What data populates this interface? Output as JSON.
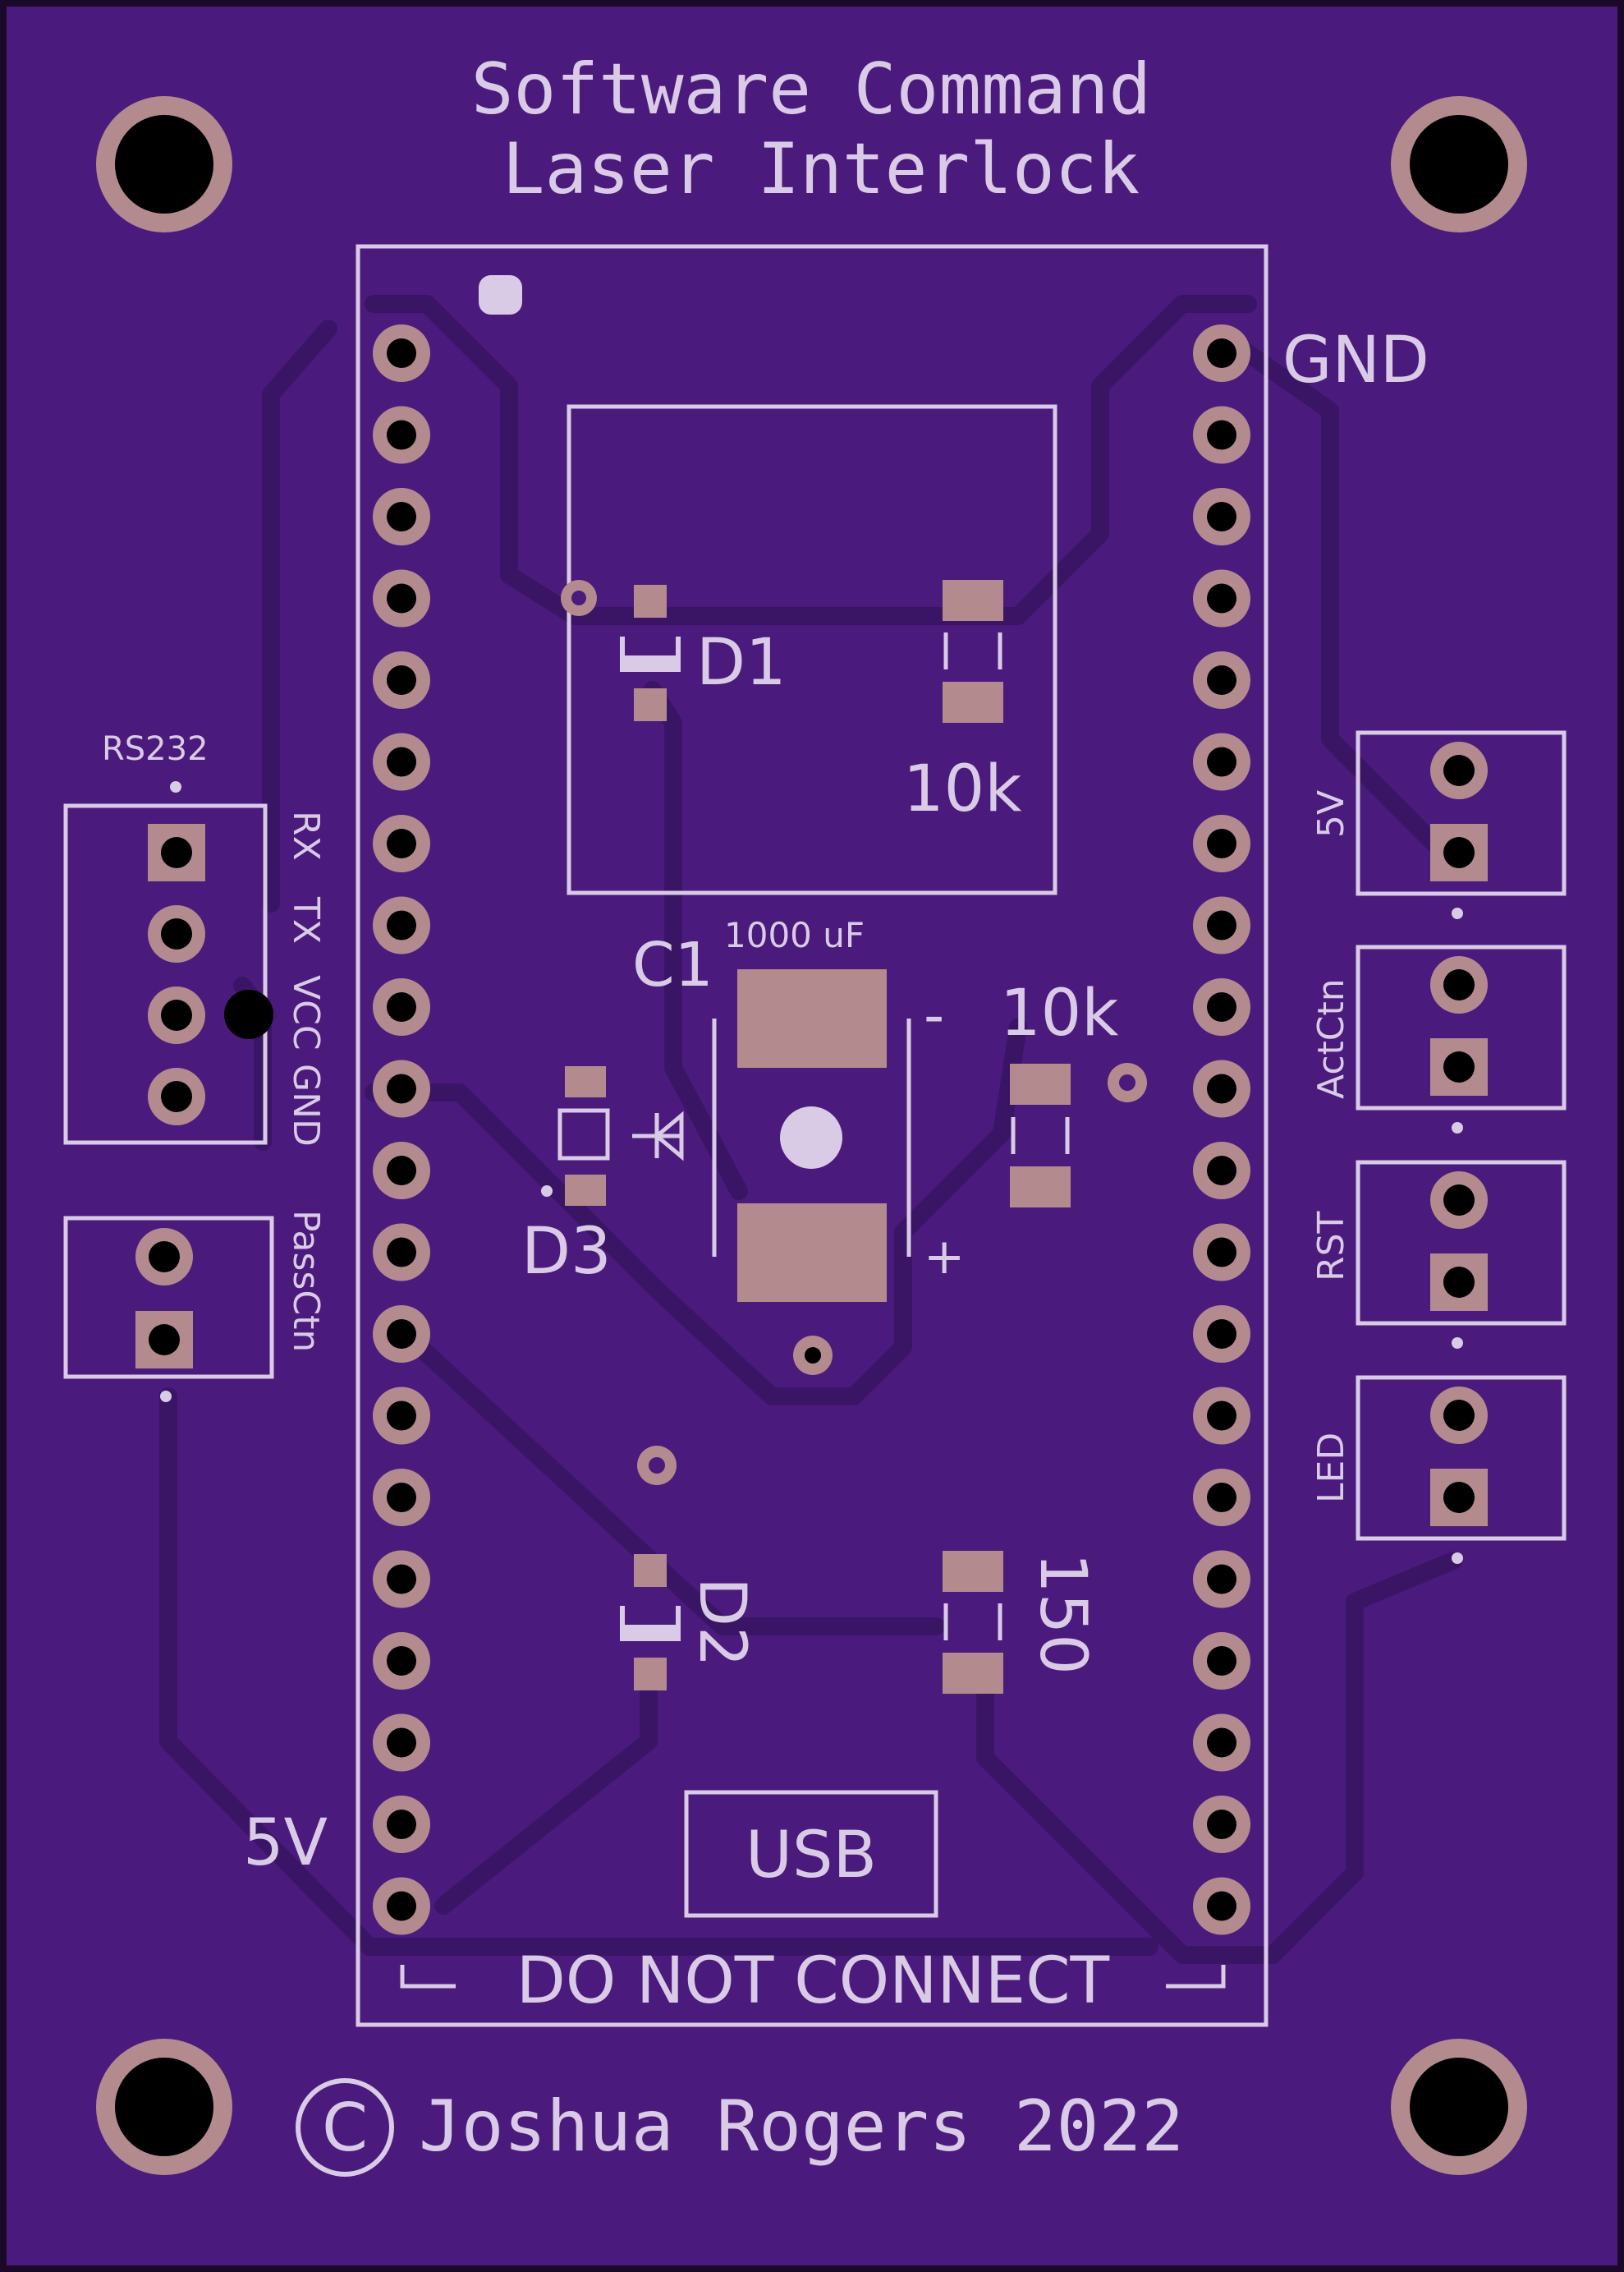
{
  "title": {
    "line1": "Software Command",
    "line2": "Laser Interlock"
  },
  "labels": {
    "gnd_top": "GND",
    "five_v_left": "5V",
    "do_not_connect": "DO NOT CONNECT",
    "usb": "USB",
    "copyright_symbol": "C",
    "copyright": "Joshua Rogers 2022"
  },
  "rs232": {
    "label": "RS232",
    "pins": [
      "RX",
      "TX",
      "VCC",
      "GND"
    ]
  },
  "pass_connector": {
    "label": "PassCtn"
  },
  "right_connectors": [
    "5V",
    "ActCtn",
    "RST",
    "LED"
  ],
  "components": {
    "d1": "D1",
    "r1": "10k",
    "c1": "C1",
    "c1_value": "1000 uF",
    "c1_minus": "-",
    "c1_plus": "+",
    "r2": "10k",
    "d3": "D3",
    "d2": "D2",
    "r3": "150"
  },
  "colors": {
    "board": "#4B1A7D",
    "board_edge": "#1A0A2A",
    "silkscreen": "#D9CBE5",
    "copper_pad": "#B38B8E",
    "trace": "#3A1566",
    "drill": "#000000"
  }
}
